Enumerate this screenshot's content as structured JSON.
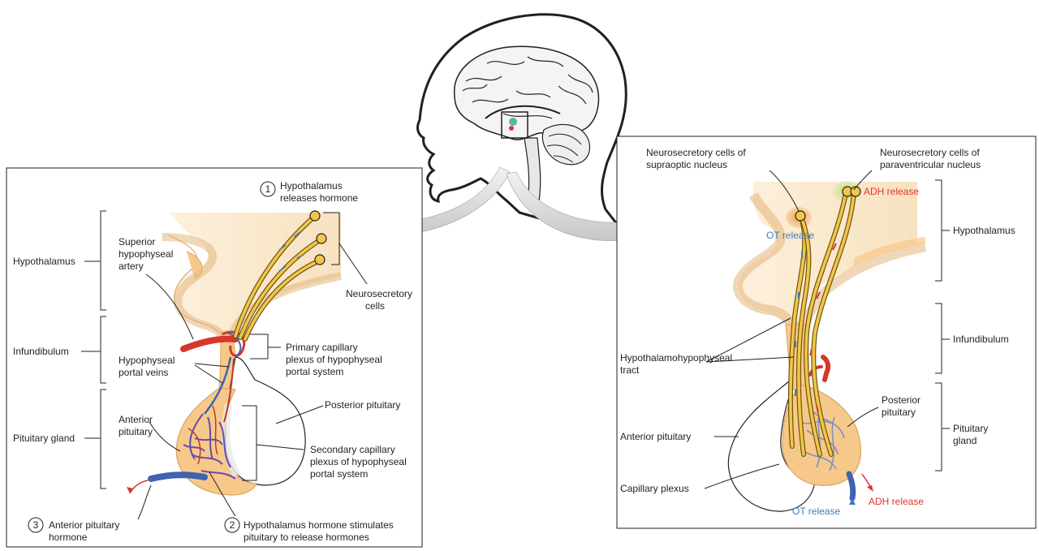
{
  "left_panel": {
    "step1_number": "1",
    "step1_line1": "Hypothalamus",
    "step1_line2": "releases hormone",
    "hypothalamus": "Hypothalamus",
    "infundibulum": "Infundibulum",
    "pituitary_gland": "Pituitary gland",
    "superior_artery_line1": "Superior",
    "superior_artery_line2": "hypophyseal",
    "superior_artery_line3": "artery",
    "hypophyseal_veins_line1": "Hypophyseal",
    "hypophyseal_veins_line2": "portal veins",
    "anterior_pituitary_line1": "Anterior",
    "anterior_pituitary_line2": "pituitary",
    "neurosecretory_line1": "Neurosecretory",
    "neurosecretory_line2": "cells",
    "primary_plexus_line1": "Primary capillary",
    "primary_plexus_line2": "plexus of hypophyseal",
    "primary_plexus_line3": "portal system",
    "posterior_pituitary": "Posterior pituitary",
    "secondary_plexus_line1": "Secondary capillary",
    "secondary_plexus_line2": "plexus of hypophyseal",
    "secondary_plexus_line3": "portal system",
    "step2_number": "2",
    "step2_line1": "Hypothalamus hormone stimulates",
    "step2_line2": "pituitary to release hormones",
    "step3_number": "3",
    "step3_line1": "Anterior pituitary",
    "step3_line2": "hormone"
  },
  "right_panel": {
    "supraoptic_line1": "Neurosecretory cells of",
    "supraoptic_line2": "supraoptic nucleus",
    "paraventricular_line1": "Neurosecretory cells of",
    "paraventricular_line2": "paraventricular nucleus",
    "adh_release_top": "ADH release",
    "ot_release_top": "OT release",
    "hypothalamus": "Hypothalamus",
    "infundibulum": "Infundibulum",
    "tract_line1": "Hypothalamohypophyseal",
    "tract_line2": "tract",
    "posterior_pituitary_line1": "Posterior",
    "posterior_pituitary_line2": "pituitary",
    "anterior_pituitary": "Anterior pituitary",
    "pituitary_gland_line1": "Pituitary",
    "pituitary_gland_line2": "gland",
    "capillary_plexus": "Capillary plexus",
    "ot_release_bottom": "OT release",
    "adh_release_bottom": "ADH release"
  },
  "colors": {
    "tissue": "#f6c98a",
    "tissue_edge": "#d9a560",
    "artery": "#d7362c",
    "vein": "#3f63b0",
    "axon_fill": "#f3c64a",
    "ot_blue": "#3b7bbf",
    "adh_red": "#e0342d",
    "arrow_gray": "#c9c9c9"
  }
}
